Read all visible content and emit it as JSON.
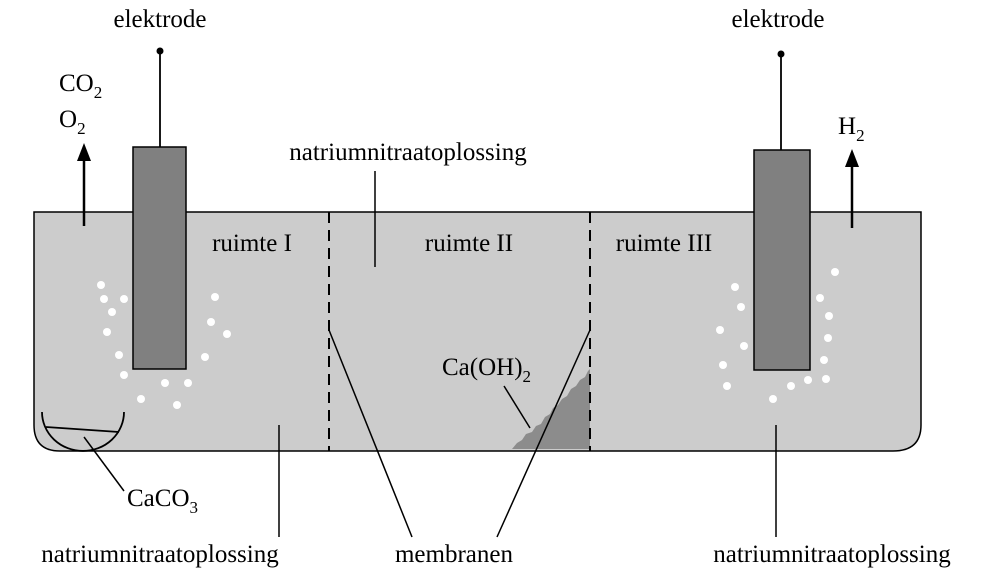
{
  "labels": {
    "electrode_left": "elektrode",
    "electrode_right": "elektrode",
    "gas_left_1": "CO",
    "gas_left_1_sub": "2",
    "gas_left_2": "O",
    "gas_left_2_sub": "2",
    "gas_right": "H",
    "gas_right_sub": "2",
    "solution_top": "natriumnitraatoplossing",
    "compartment_1": "ruimte I",
    "compartment_2": "ruimte II",
    "compartment_3": "ruimte III",
    "precipitate": "Ca(OH)",
    "precipitate_sub": "2",
    "carbonate": "CaCO",
    "carbonate_sub": "3",
    "solution_bottom_left": "natriumnitraatoplossing",
    "membranes": "membranen",
    "solution_bottom_right": "natriumnitraatoplossing"
  },
  "colors": {
    "solution": "#cccccc",
    "electrode": "#808080",
    "precipitate": "#8c8c8c",
    "bubbles": "#ffffff",
    "lines": "#000000"
  }
}
